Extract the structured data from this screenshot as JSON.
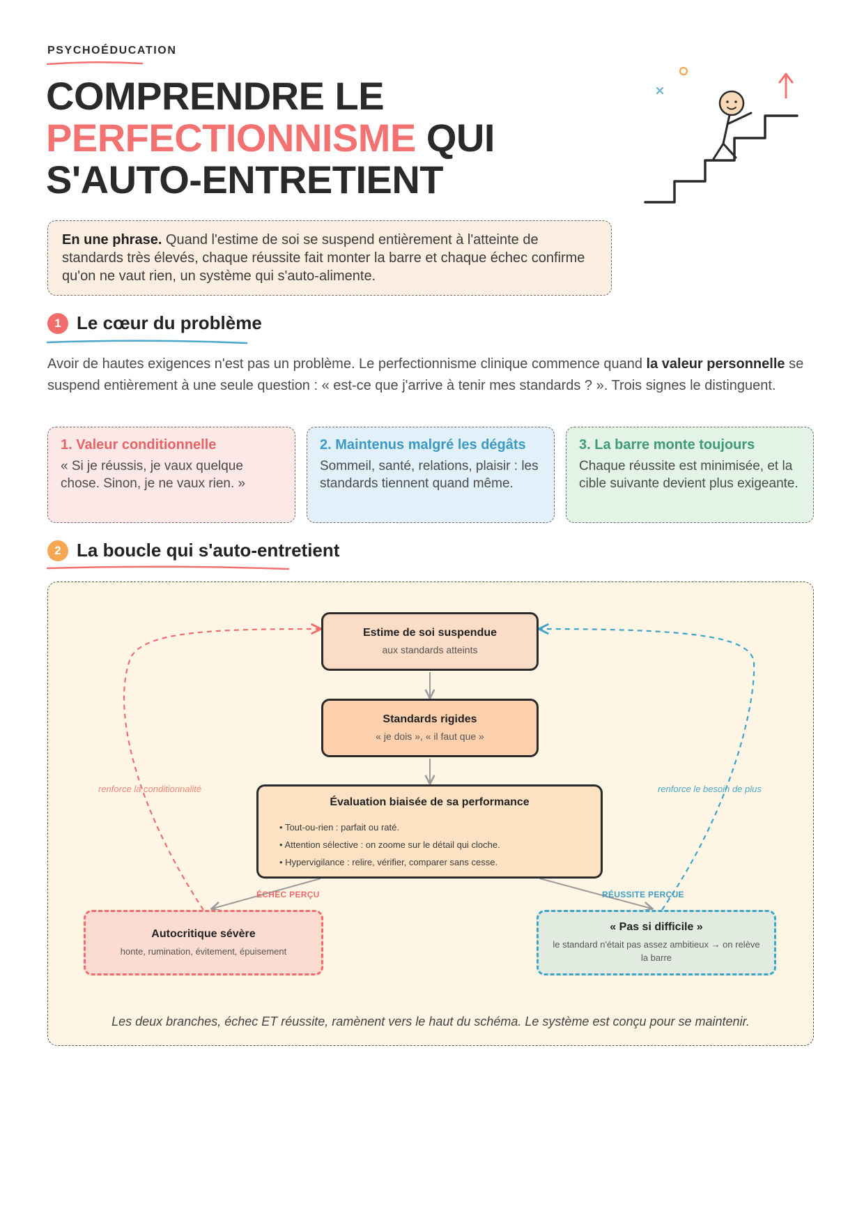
{
  "header": {
    "kicker": "PSYCHOÉDUCATION",
    "title_line1": "COMPRENDRE LE",
    "title_accent": "PERFECTIONNISME",
    "title_line2_rest": " QUI",
    "title_line3": "S'AUTO-ENTRETIENT"
  },
  "summary": {
    "lead": "En une phrase.",
    "text": " Quand l'estime de soi se suspend entièrement à l'atteinte de standards très élevés, chaque réussite fait monter la barre et chaque échec confirme qu'on ne vaut rien, un système qui s'auto-alimente."
  },
  "section1": {
    "number": "1",
    "title": "Le cœur du problème",
    "intro_a": "Avoir de hautes exigences n'est pas un problème. Le perfectionnisme clinique commence quand ",
    "intro_bold": "la valeur personnelle",
    "intro_b": " se suspend entièrement à une seule question : « est-ce que j'arrive à tenir mes standards ? ». Trois signes le distinguent.",
    "cards": [
      {
        "title": "1. Valeur conditionnelle",
        "text": "« Si je réussis, je vaux quelque chose. Sinon, je ne vaux rien. »"
      },
      {
        "title": "2. Maintenus malgré les dégâts",
        "text": "Sommeil, santé, relations, plaisir : les standards tiennent quand même."
      },
      {
        "title": "3. La barre monte toujours",
        "text": "Chaque réussite est minimisée, et la cible suivante devient plus exigeante."
      }
    ]
  },
  "section2": {
    "number": "2",
    "title": "La boucle qui s'auto-entretient",
    "nodes": {
      "top": {
        "title": "Estime de soi suspendue",
        "sub": "aux standards atteints"
      },
      "middle": {
        "title": "Standards rigides",
        "sub": "« je dois », « il faut que »"
      },
      "eval": {
        "title": "Évaluation biaisée de sa performance",
        "bullets": [
          "Tout-ou-rien : parfait ou raté.",
          "Attention sélective : on zoome sur le détail qui cloche.",
          "Hypervigilance : relire, vérifier, comparer sans cesse."
        ]
      },
      "fail": {
        "title": "Autocritique sévère",
        "sub": "honte, rumination, évitement, épuisement"
      },
      "success": {
        "title": "« Pas si difficile »",
        "sub": "le standard n'était pas assez ambitieux → on relève la barre"
      }
    },
    "labels": {
      "left_loop": "renforce la conditionnalité",
      "right_loop": "renforce le besoin de plus",
      "fail_branch": "ÉCHEC PERÇU",
      "success_branch": "RÉUSSITE PERÇUE"
    },
    "caption": "Les deux branches, échec ET réussite, ramènent vers le haut du schéma. Le système est conçu pour se maintenir."
  },
  "colors": {
    "accent": "#f27272",
    "fail": "#f06d6d",
    "success": "#3fa3c9",
    "orange": "#f5a652"
  },
  "icons": [
    "stairs-climber-icon",
    "arrow-up-icon",
    "sparkle-cross-icon",
    "sparkle-circle-icon"
  ]
}
